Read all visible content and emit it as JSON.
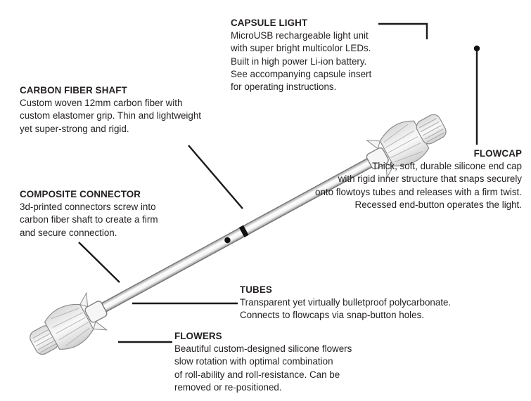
{
  "callouts": {
    "capsule_light": {
      "title": "CAPSULE LIGHT",
      "body": "MicroUSB rechargeable light unit\nwith super bright multicolor LEDs.\nBuilt in high power Li-ion battery.\nSee accompanying capsule insert\nfor operating instructions."
    },
    "carbon_fiber_shaft": {
      "title": "CARBON FIBER SHAFT",
      "body": "Custom woven 12mm carbon fiber with\ncustom elastomer grip. Thin and lightweight\nyet super-strong and rigid."
    },
    "flowcap": {
      "title": "FLOWCAP",
      "body": "Thick, soft, durable silicone end cap\nwith rigid inner structure that snaps securely\nonto flowtoys tubes and releases with a firm twist.\nRecessed end-button operates the light."
    },
    "composite_connector": {
      "title": "COMPOSITE CONNECTOR",
      "body": "3d-printed connectors screw into\ncarbon fiber shaft to create a firm\nand secure connection."
    },
    "tubes": {
      "title": "TUBES",
      "body": "Transparent yet virtually bulletproof polycarbonate.\nConnects to flowcaps via snap-button holes."
    },
    "flowers": {
      "title": "FLOWERS",
      "body": "Beautiful custom-designed silicone flowers\nslow rotation with optimal combination\nof roll-ability and roll-resistance. Can be\nremoved or re-positioned."
    }
  },
  "colors": {
    "text": "#231f20",
    "leader": "#1a1a1a",
    "shaft_outline": "#6d6d6d",
    "flower_fill": "#ececec",
    "flower_stroke": "#8a8a8a"
  }
}
